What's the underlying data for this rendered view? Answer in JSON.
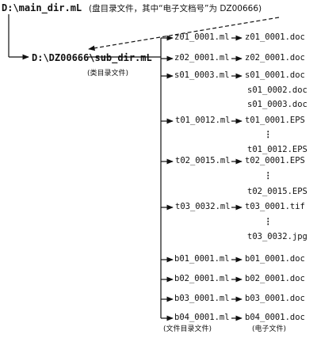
{
  "diagram": {
    "root": {
      "path": "D:\\main_dir.mL",
      "note": "(盘目录文件，其中“电子文档号”为 DZ00666)"
    },
    "sub": {
      "path": "D:\\DZ00666\\sub_dir.mL",
      "caption": "(类目录文件)"
    },
    "groups": [
      {
        "dir_file": "z01_0001.ml",
        "docs": [
          "z01_0001.doc"
        ]
      },
      {
        "dir_file": "z02_0001.ml",
        "docs": [
          "z02_0001.doc"
        ]
      },
      {
        "dir_file": "s01_0003.ml",
        "docs": [
          "s01_0001.doc",
          "s01_0002.doc",
          "s01_0003.doc"
        ]
      },
      {
        "dir_file": "t01_0012.ml",
        "docs": [
          "t01_0001.EPS",
          "t01_0012.EPS"
        ],
        "ellipsis": "⋮"
      },
      {
        "dir_file": "t02_0015.ml",
        "docs": [
          "t02_0001.EPS",
          "t02_0015.EPS"
        ],
        "ellipsis": "⋮"
      },
      {
        "dir_file": "t03_0032.ml",
        "docs": [
          "t03_0001.tif",
          "t03_0032.jpg"
        ],
        "ellipsis": "⋮"
      },
      {
        "dir_file": "b01_0001.ml",
        "docs": [
          "b01_0001.doc"
        ]
      },
      {
        "dir_file": "b02_0001.ml",
        "docs": [
          "b02_0001.doc"
        ]
      },
      {
        "dir_file": "b03_0001.ml",
        "docs": [
          "b03_0001.doc"
        ]
      },
      {
        "dir_file": "b04_0001.ml",
        "docs": [
          "b04_0001.doc"
        ]
      }
    ],
    "captions": {
      "dir_files": "(文件目录文件)",
      "e_files": "(电子文件)"
    }
  }
}
